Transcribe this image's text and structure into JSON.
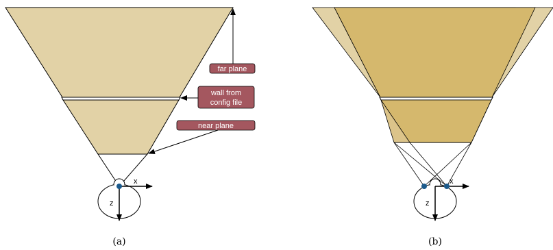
{
  "colors": {
    "frustum_fill": "#e2d2a6",
    "frustum_fill_dark": "#d5b86d",
    "frustum_fill_mid": "#dcc48a",
    "label_fill": "#a4575f",
    "eye_dot": "#1b5a8c",
    "stroke": "#000000"
  },
  "panel_a": {
    "labels": {
      "far_plane": "far plane",
      "wall_line1": "wall from",
      "wall_line2": "config file",
      "near_plane": "near plane"
    },
    "axes": {
      "x": "x",
      "z": "z"
    },
    "caption": "(a)"
  },
  "panel_b": {
    "axes": {
      "x": "x",
      "z": "z"
    },
    "caption": "(b)"
  },
  "icons": [
    "eye-icon",
    "arrow-icon"
  ]
}
